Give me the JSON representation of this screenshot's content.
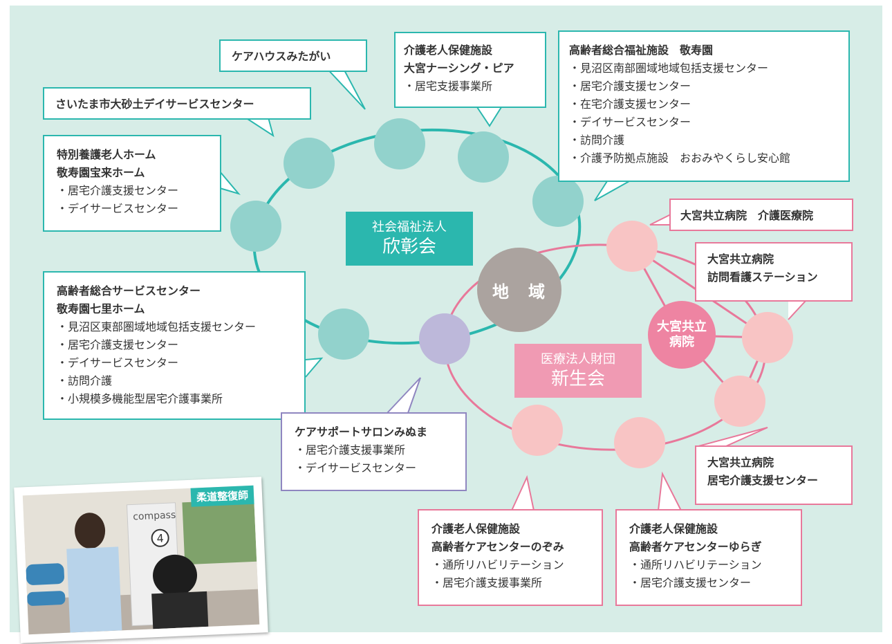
{
  "colors": {
    "background": "#d7ede7",
    "teal": "#2bb7ae",
    "teal_node": "#92d2cc",
    "pink": "#e8789a",
    "pink_node": "#f8c4c4",
    "pink_hub": "#ee84a2",
    "gray_hub": "#aba39f",
    "purple_node": "#bdb8da",
    "purple_border": "#8f86c0"
  },
  "center": {
    "region": "地　域"
  },
  "teal_group": {
    "line1": "社会福祉法人",
    "line2": "欣彰会"
  },
  "pink_group": {
    "line1": "医療法人財団",
    "line2": "新生会"
  },
  "hospital_hub": {
    "line1": "大宮共立",
    "line2": "病院"
  },
  "boxes": {
    "carehouse": {
      "title": "ケアハウスみたがい"
    },
    "daycenter": {
      "title": "さいたま市大砂土デイサービスセンター"
    },
    "nursing_piа": {
      "title1": "介護老人保健施設",
      "title2": "大宮ナーシング・ピア",
      "items": [
        "・居宅支援事業所"
      ]
    },
    "keijuen": {
      "title1": "高齢者総合福祉施設　敬寿園",
      "items": [
        "・見沼区南部圏域地域包括支援センター",
        "・居宅介護支援センター",
        "・在宅介護支援センター",
        "・デイサービスセンター",
        "・訪問介護",
        "・介護予防拠点施設　おおみやくらし安心館"
      ]
    },
    "horai": {
      "title1": "特別養護老人ホーム",
      "title2": "敬寿園宝来ホーム",
      "items": [
        "・居宅介護支援センター",
        "・デイサービスセンター"
      ]
    },
    "nanasato": {
      "title1": "高齢者総合サービスセンター",
      "title2": "敬寿園七里ホーム",
      "items": [
        "・見沼区東部圏域地域包括支援センター",
        "・居宅介護支援センター",
        "・デイサービスセンター",
        "・訪問介護",
        "・小規模多機能型居宅介護事業所"
      ]
    },
    "salon": {
      "title1": "ケアサポートサロンみぬま",
      "items": [
        "・居宅介護支援事業所",
        "・デイサービスセンター"
      ]
    },
    "iryoin": {
      "title": "大宮共立病院　介護医療院"
    },
    "houmon": {
      "title1": "大宮共立病院",
      "title2": "訪問看護ステーション"
    },
    "kyotaku": {
      "title1": "大宮共立病院",
      "title2": "居宅介護支援センター"
    },
    "nozomi": {
      "title1": "介護老人保健施設",
      "title2": "高齢者ケアセンターのぞみ",
      "items": [
        "・通所リハビリテーション",
        "・居宅介護支援事業所"
      ]
    },
    "yuragi": {
      "title1": "介護老人保健施設",
      "title2": "高齢者ケアセンターゆらぎ",
      "items": [
        "・通所リハビリテーション",
        "・居宅介護支援センター"
      ]
    }
  },
  "photo": {
    "tag": "柔道整復師",
    "machine_label": "compass",
    "machine_number": "4"
  }
}
